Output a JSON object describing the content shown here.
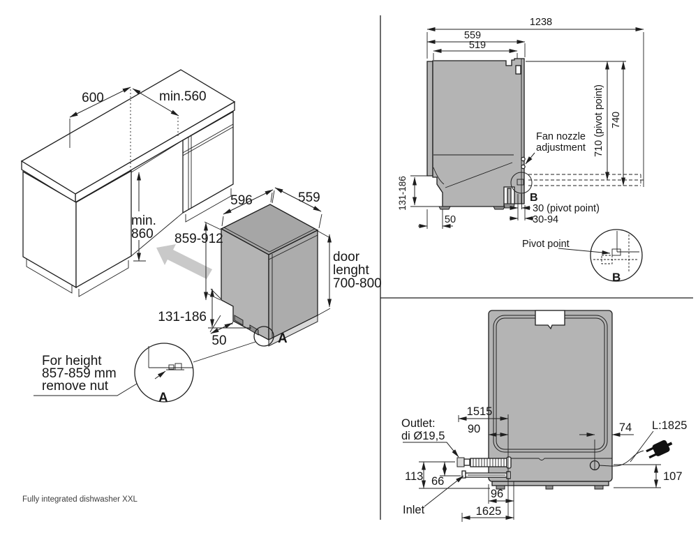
{
  "footer": {
    "caption": "Fully integrated dishwasher XXL"
  },
  "iso_view": {
    "dims": {
      "cabinet_width": "600",
      "niche_depth": "min.560",
      "niche_height": [
        "min.",
        "860"
      ],
      "dw_depth": "596",
      "dw_width": "559",
      "dw_height": "859-912",
      "door_length": [
        "door",
        "lenght",
        "700-800"
      ],
      "plinth_range": "131-186",
      "foot_offset": "50"
    },
    "detail_marker": "A",
    "detail_label": "A",
    "note": [
      "For height",
      "857-859 mm",
      "remove nut"
    ]
  },
  "side_view": {
    "dims": {
      "total_depth_open": "1238",
      "depth_with_door": "559",
      "body_depth": "519",
      "pivot_height": "710 (pivot point)",
      "door_open_height": "740",
      "plinth_range": "131-186",
      "foot_offset": "50",
      "pivot_offset": "30 (pivot point)",
      "pivot_range": "30-94"
    },
    "labels": {
      "fan_nozzle": [
        "Fan nozzle",
        "adjustment"
      ],
      "pivot_point": "Pivot point",
      "detail_marker": "B",
      "detail_label": "B"
    }
  },
  "bottom_view": {
    "dims": {
      "outlet_hose_length": "1515",
      "outlet_offset": "90",
      "cord_offset": "74",
      "cord_length": "L:1825",
      "outlet_height": "113",
      "inlet_outlet_gap": "66",
      "cord_height": "107",
      "inlet_offset": "96",
      "inlet_hose_length": "1625"
    },
    "labels": {
      "outlet": [
        "Outlet:",
        "di Ø19,5"
      ],
      "inlet": "Inlet"
    }
  }
}
